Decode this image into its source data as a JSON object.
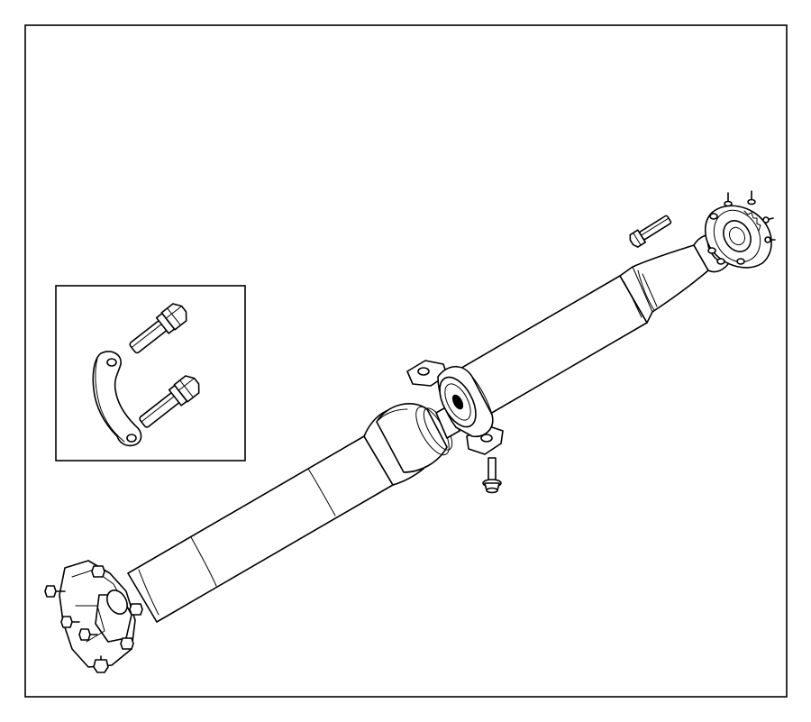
{
  "diagram": {
    "kind": "exploded parts illustration",
    "line_color": "#000000",
    "background_color": "#ffffff",
    "text_labels": []
  },
  "parts": [
    {
      "id": "propeller-shaft",
      "icon": "drive-shaft-icon"
    },
    {
      "id": "rear-flex-coupler",
      "icon": "flex-coupler-icon"
    },
    {
      "id": "front-flex-coupler",
      "icon": "flex-coupler-icon"
    },
    {
      "id": "center-support-bearing",
      "icon": "bearing-icon"
    },
    {
      "id": "bearing-mount-bolt",
      "icon": "bolt-icon"
    },
    {
      "id": "coupler-bolt",
      "icon": "bolt-icon"
    },
    {
      "id": "inset-retainer-bracket",
      "icon": "bracket-icon"
    },
    {
      "id": "inset-bolt-upper",
      "icon": "bolt-icon"
    },
    {
      "id": "inset-bolt-lower",
      "icon": "bolt-icon"
    }
  ]
}
